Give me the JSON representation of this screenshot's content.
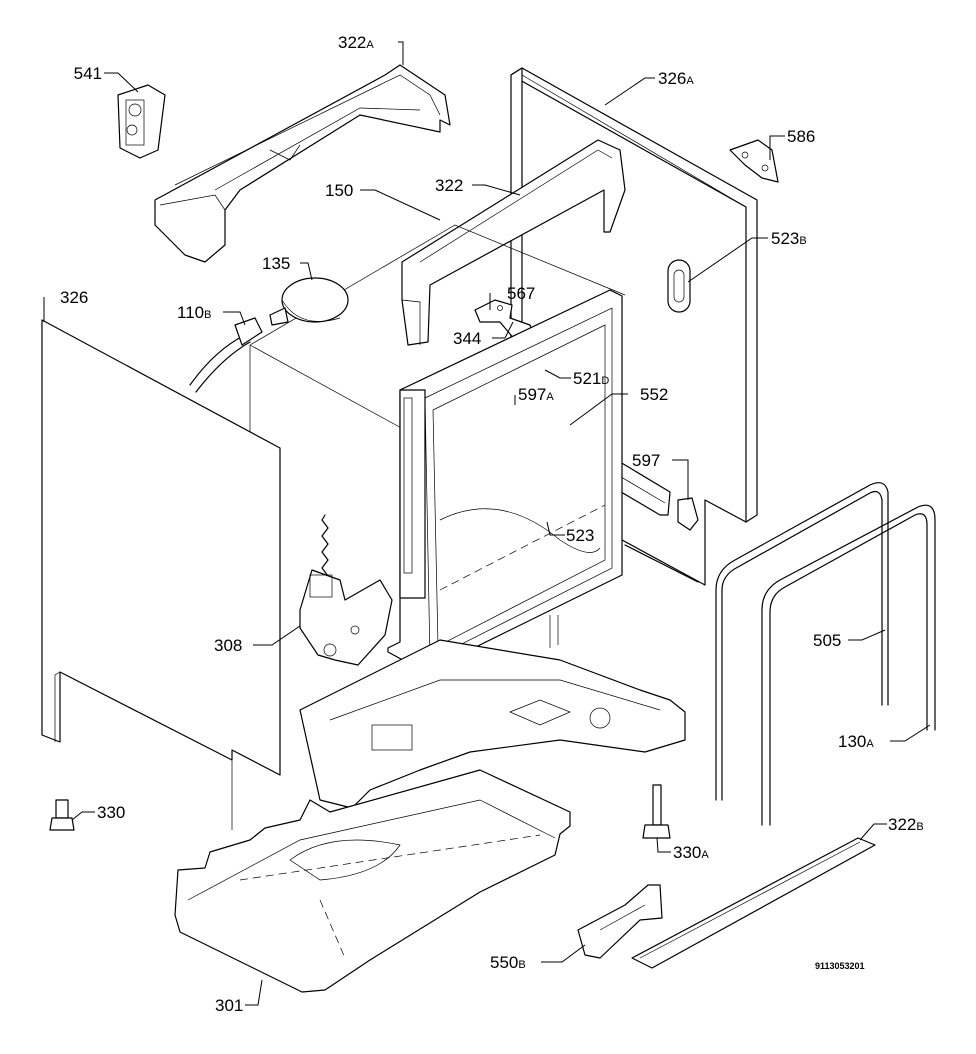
{
  "document_ref": "9113053201",
  "callouts": [
    {
      "id": "c-541",
      "num": "541",
      "suffix": ""
    },
    {
      "id": "c-322a",
      "num": "322",
      "suffix": "A"
    },
    {
      "id": "c-326a",
      "num": "326",
      "suffix": "A"
    },
    {
      "id": "c-586",
      "num": "586",
      "suffix": ""
    },
    {
      "id": "c-150",
      "num": "150",
      "suffix": ""
    },
    {
      "id": "c-322",
      "num": "322",
      "suffix": ""
    },
    {
      "id": "c-523b",
      "num": "523",
      "suffix": "B"
    },
    {
      "id": "c-135",
      "num": "135",
      "suffix": ""
    },
    {
      "id": "c-567",
      "num": "567",
      "suffix": ""
    },
    {
      "id": "c-326",
      "num": "326",
      "suffix": ""
    },
    {
      "id": "c-110b",
      "num": "110",
      "suffix": "B"
    },
    {
      "id": "c-344",
      "num": "344",
      "suffix": ""
    },
    {
      "id": "c-521d",
      "num": "521",
      "suffix": "D"
    },
    {
      "id": "c-597a",
      "num": "597",
      "suffix": "A"
    },
    {
      "id": "c-552",
      "num": "552",
      "suffix": ""
    },
    {
      "id": "c-597",
      "num": "597",
      "suffix": ""
    },
    {
      "id": "c-523",
      "num": "523",
      "suffix": ""
    },
    {
      "id": "c-308",
      "num": "308",
      "suffix": ""
    },
    {
      "id": "c-505",
      "num": "505",
      "suffix": ""
    },
    {
      "id": "c-130a",
      "num": "130",
      "suffix": "A"
    },
    {
      "id": "c-330",
      "num": "330",
      "suffix": ""
    },
    {
      "id": "c-322b",
      "num": "322",
      "suffix": "B"
    },
    {
      "id": "c-330a",
      "num": "330",
      "suffix": "A"
    },
    {
      "id": "c-550b",
      "num": "550",
      "suffix": "B"
    },
    {
      "id": "c-301",
      "num": "301",
      "suffix": ""
    }
  ]
}
